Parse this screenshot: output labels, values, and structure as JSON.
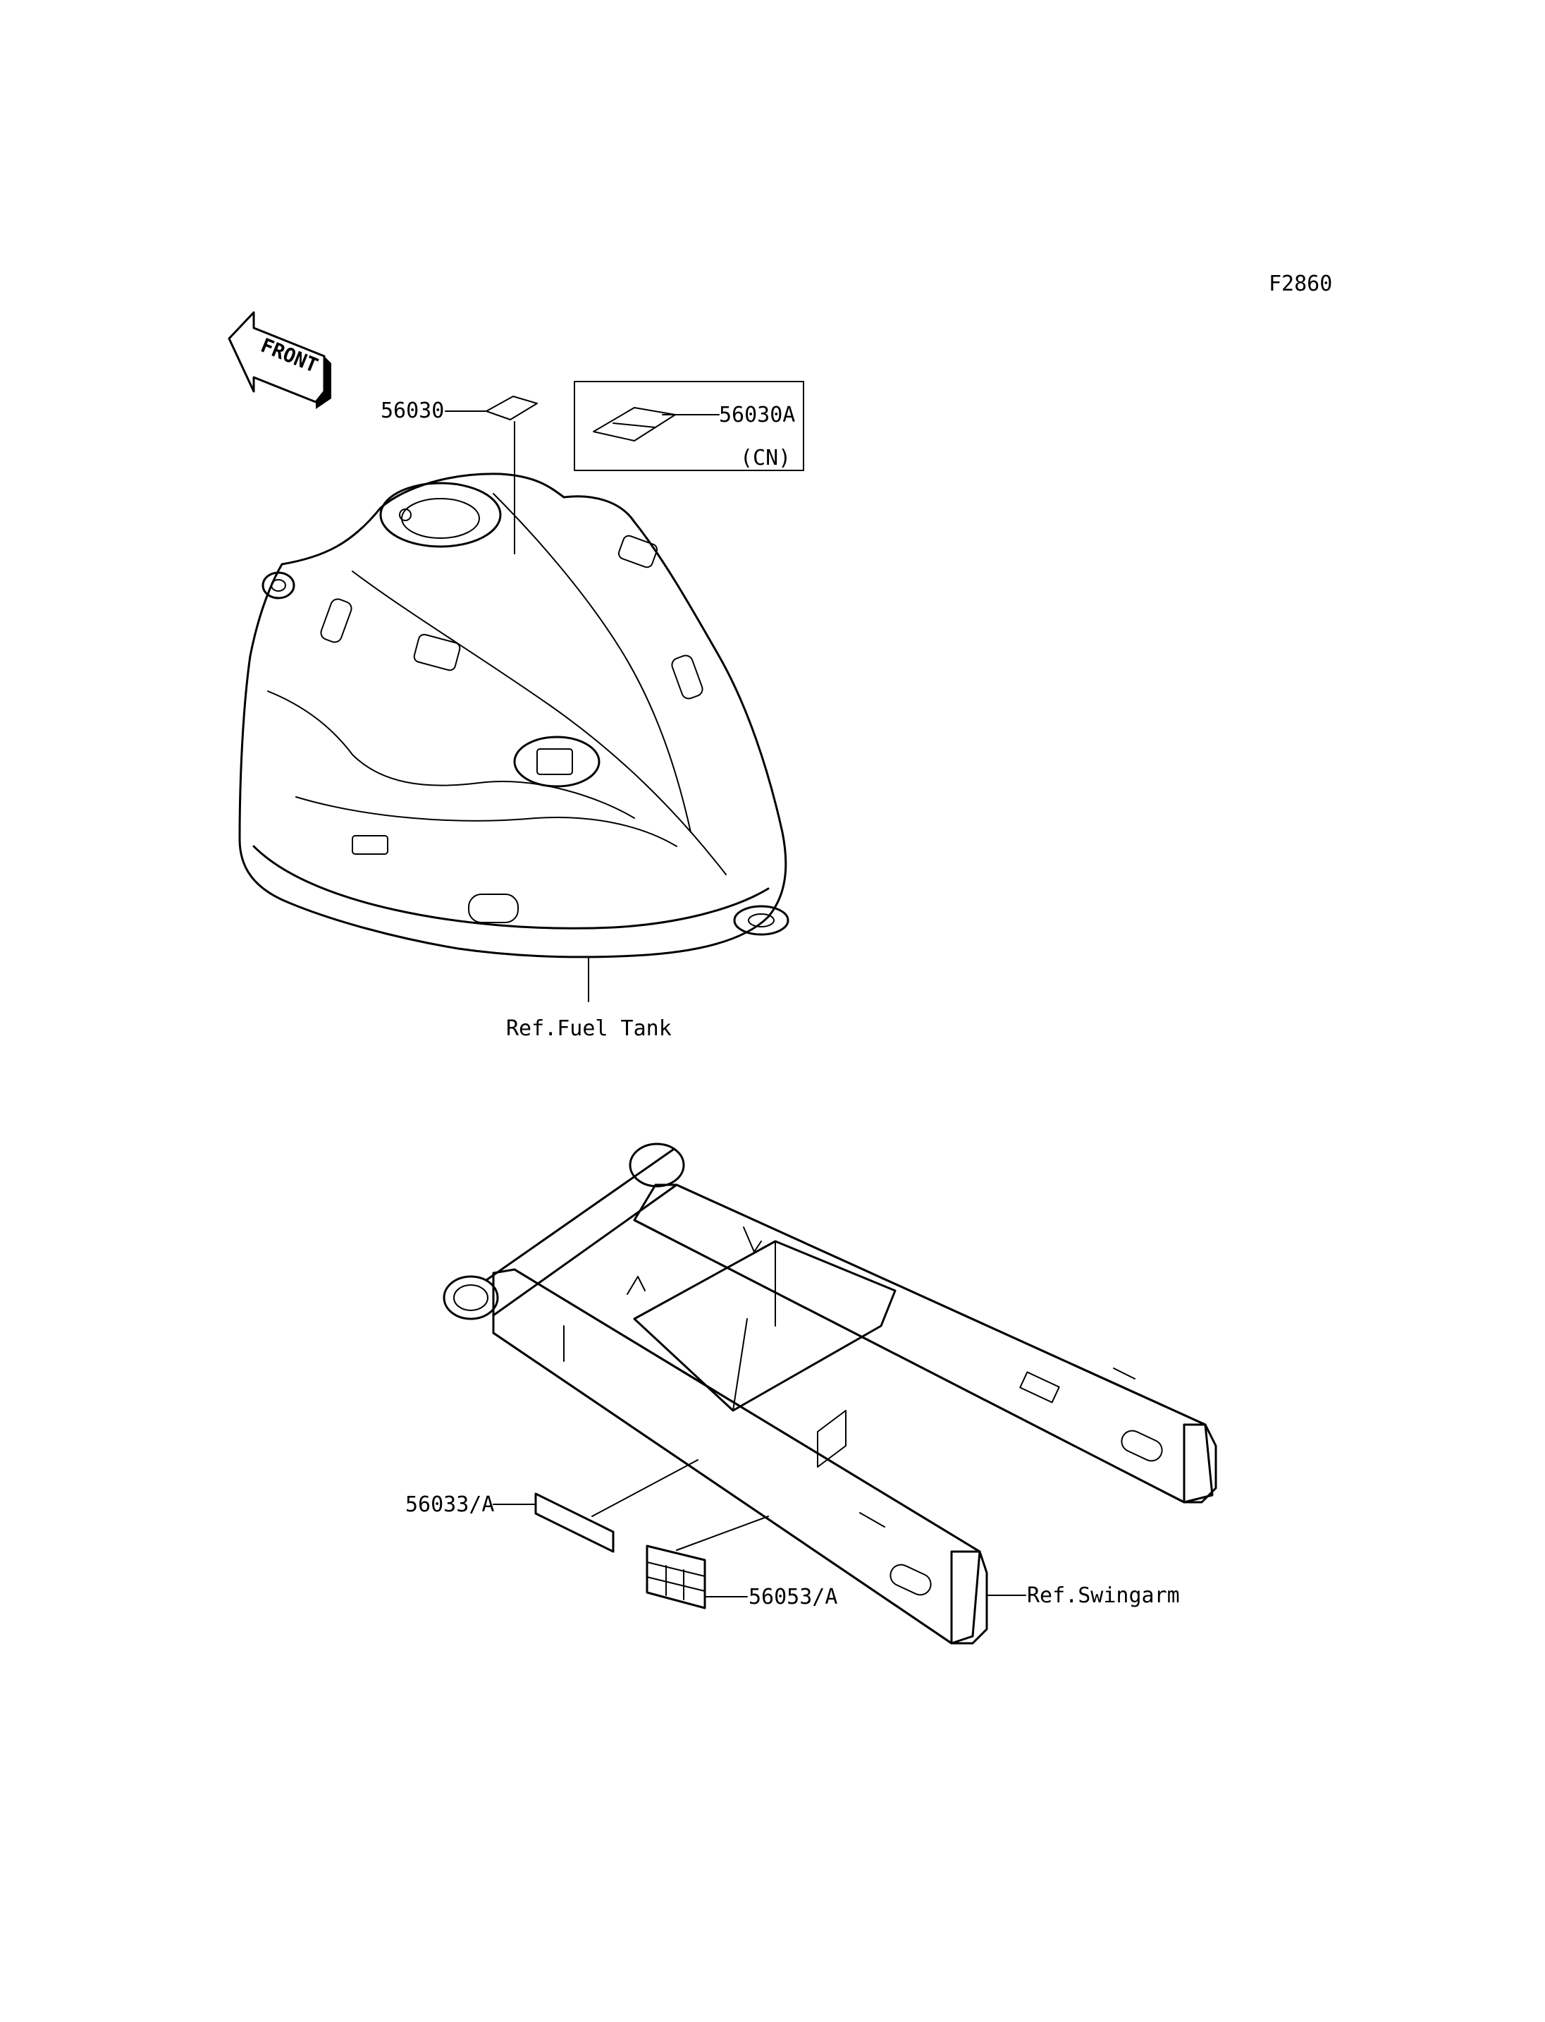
{
  "diagram_code": "F2860",
  "front_arrow": {
    "text": "FRONT",
    "icon": "front-arrow-icon"
  },
  "callouts": {
    "label_56030": "56030",
    "label_56030A": "56030A",
    "label_cn": "(CN)",
    "ref_fuel_tank": "Ref.Fuel Tank",
    "label_56033": "56033/A",
    "label_56053": "56053/A",
    "ref_swingarm": "Ref.Swingarm"
  },
  "colors": {
    "line": "#000000",
    "background": "#ffffff"
  }
}
